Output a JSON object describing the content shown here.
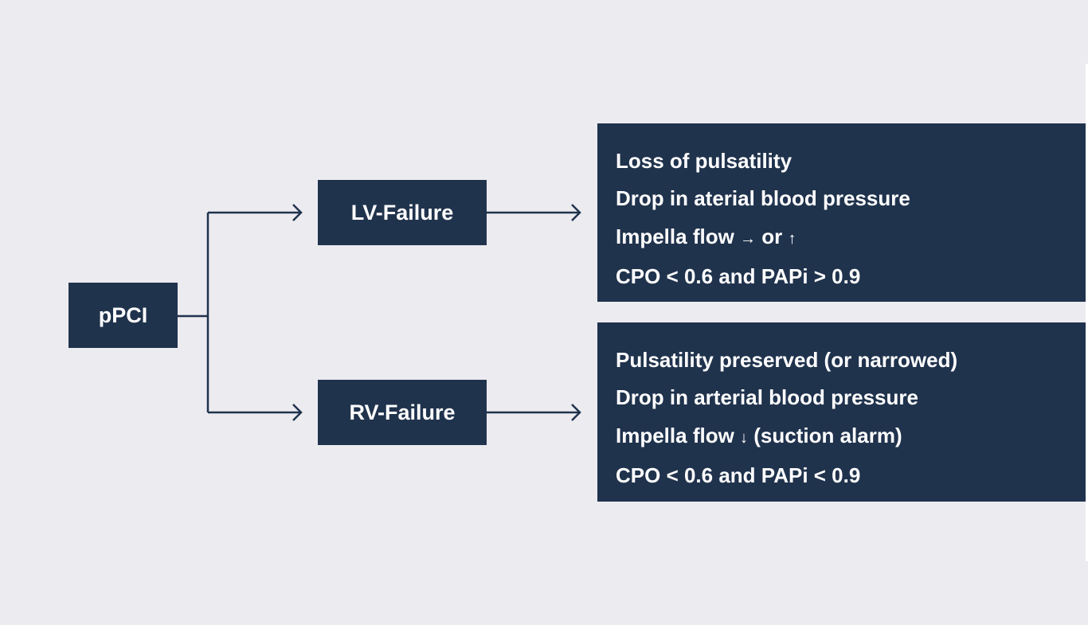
{
  "nodes": {
    "root": "pPCI",
    "lv": "LV-Failure",
    "rv": "RV-Failure"
  },
  "lv_signs": [
    "Loss of pulsatility",
    "Drop in aterial blood pressure",
    [
      "Impella flow ",
      "→",
      " or ",
      "↑"
    ],
    "CPO < 0.6 and PAPi > 0.9"
  ],
  "rv_signs": [
    "Pulsatility preserved (or narrowed)",
    "Drop in arterial blood pressure",
    [
      "Impella flow ",
      "↓",
      " (suction alarm)"
    ],
    "CPO < 0.6 and PAPi < 0.9"
  ],
  "colors": {
    "background": "#ecebf0",
    "box": "#20334d",
    "text": "#ffffff",
    "line": "#20334d"
  }
}
